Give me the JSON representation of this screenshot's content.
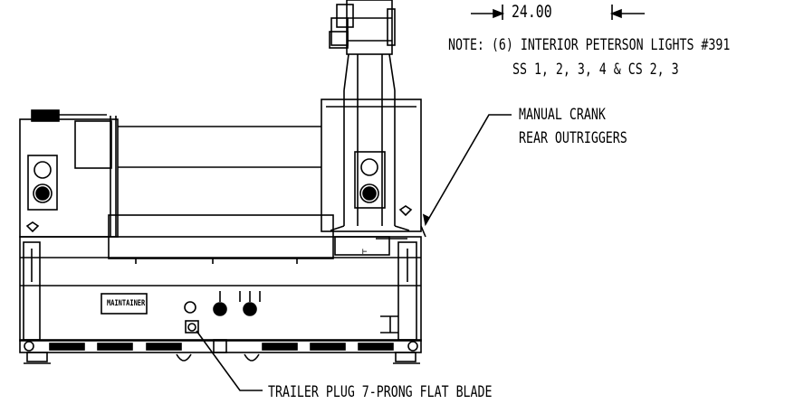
{
  "dimension": {
    "value": "24.00"
  },
  "note": {
    "line1": "NOTE: (6) INTERIOR PETERSON LIGHTS #391",
    "line2": "SS 1, 2, 3, 4 & CS 2, 3"
  },
  "callouts": {
    "outriggers_line1": "MANUAL CRANK",
    "outriggers_line2": "REAR OUTRIGGERS",
    "trailer_plug": "TRAILER PLUG 7-PRONG FLAT BLADE"
  },
  "badge": {
    "text": "MAINTAINER"
  },
  "colors": {
    "line": "#000000",
    "background": "#ffffff"
  }
}
